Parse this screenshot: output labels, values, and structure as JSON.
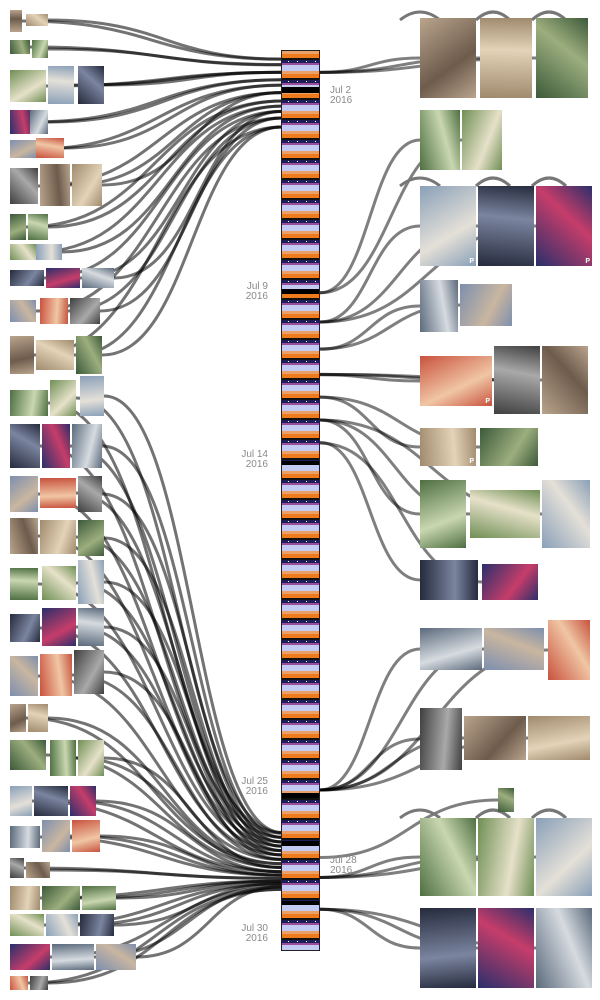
{
  "timeline": {
    "dates": [
      {
        "side": "right",
        "month_day": "Jul  2",
        "year": "2016"
      },
      {
        "side": "left",
        "month_day": "Jul  9",
        "year": "2016"
      },
      {
        "side": "left",
        "month_day": "Jul 14",
        "year": "2016"
      },
      {
        "side": "left",
        "month_day": "Jul 25",
        "year": "2016"
      },
      {
        "side": "right",
        "month_day": "Jul 28",
        "year": "2016"
      },
      {
        "side": "left",
        "month_day": "Jul 30",
        "year": "2016"
      }
    ],
    "photo_badge": "P",
    "colors": {
      "orange": "#f07a1e",
      "navy": "#1d1d5a",
      "periwinkle": "#c3cbf2",
      "connector": "#000000"
    }
  }
}
